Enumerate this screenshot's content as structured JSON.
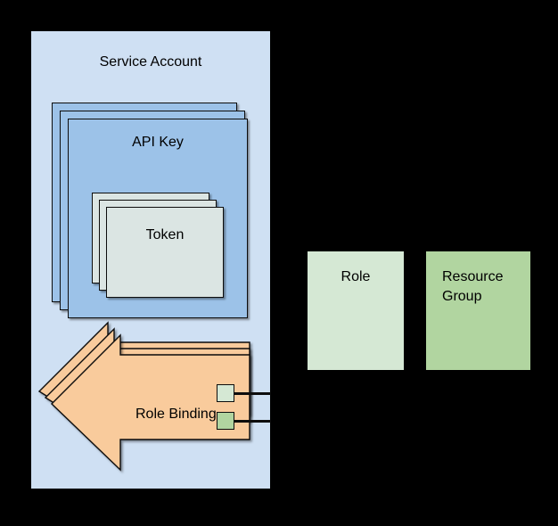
{
  "diagram": {
    "type": "layered-architecture-diagram",
    "background_color": "#000000",
    "service_account": {
      "label": "Service Account",
      "fill": "#cfe0f3",
      "stack_count": 1,
      "api_key": {
        "label": "API Key",
        "fill": "#9cc2e8",
        "stroke": "#0d0d0d",
        "stack_count": 3,
        "token": {
          "label": "Token",
          "fill": "#dbe5e3",
          "stroke": "#0d0d0d",
          "stack_count": 3
        }
      },
      "role_binding": {
        "label": "Role Binding",
        "fill": "#f9cb9c",
        "stroke": "#0d0d0d",
        "shape": "left-arrow",
        "stack_count": 3,
        "connectors": [
          {
            "name": "role-connector",
            "fill": "#d5e8d4"
          },
          {
            "name": "resource-group-connector",
            "fill": "#b1d5a0"
          }
        ]
      }
    },
    "targets": [
      {
        "id": "role",
        "label": "Role",
        "fill": "#d5e8d4"
      },
      {
        "id": "resource_group",
        "label": "Resource\nGroup",
        "label_line1": "Resource",
        "label_line2": "Group",
        "fill": "#b1d5a0"
      }
    ]
  }
}
